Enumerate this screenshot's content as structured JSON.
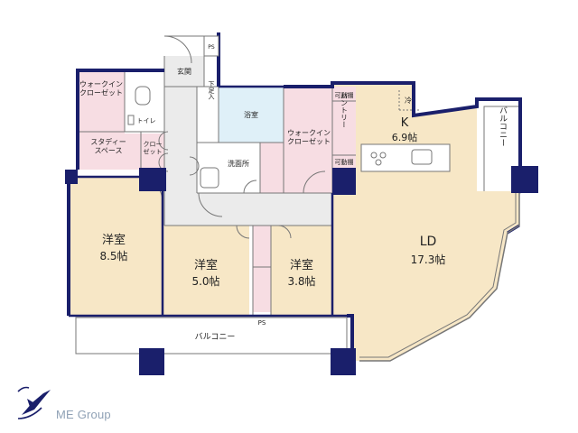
{
  "colors": {
    "wall": "#1a1f6b",
    "room_beige": "#f7e7c6",
    "closet_pink": "#f7dde3",
    "bath_blue": "#dff0f8",
    "hall_gray": "#ebebeb",
    "balcony_white": "#ffffff",
    "line": "#777777",
    "brand": "#8fa1b5"
  },
  "rooms": {
    "entrance": "玄関",
    "ps_top": "PS",
    "shoe_storage": "下足入",
    "wic_left": "ウォークイン\nクローゼット",
    "toilet": "トイレ",
    "study": "スタディー\nスペース",
    "closet_small": "クロー\nゼット",
    "bathroom": "浴室",
    "washroom": "洗面所",
    "wic_center": "ウォークイン\nクローゼット",
    "movable_shelf_top": "可動棚",
    "pantry": "パントリー",
    "movable_shelf_bottom": "可動棚",
    "fridge": "冷",
    "kitchen_name": "K",
    "kitchen_size": "6.9帖",
    "balcony_right": "バルコニー",
    "western1_name": "洋室",
    "western1_size": "8.5帖",
    "western2_name": "洋室",
    "western2_size": "5.0帖",
    "western3_name": "洋室",
    "western3_size": "3.8帖",
    "ld_name": "LD",
    "ld_size": "17.3帖",
    "ps_bottom": "PS",
    "balcony_bottom": "バルコニー"
  },
  "brand": {
    "name": "ME Group",
    "logo": "swallow-logo-icon"
  }
}
